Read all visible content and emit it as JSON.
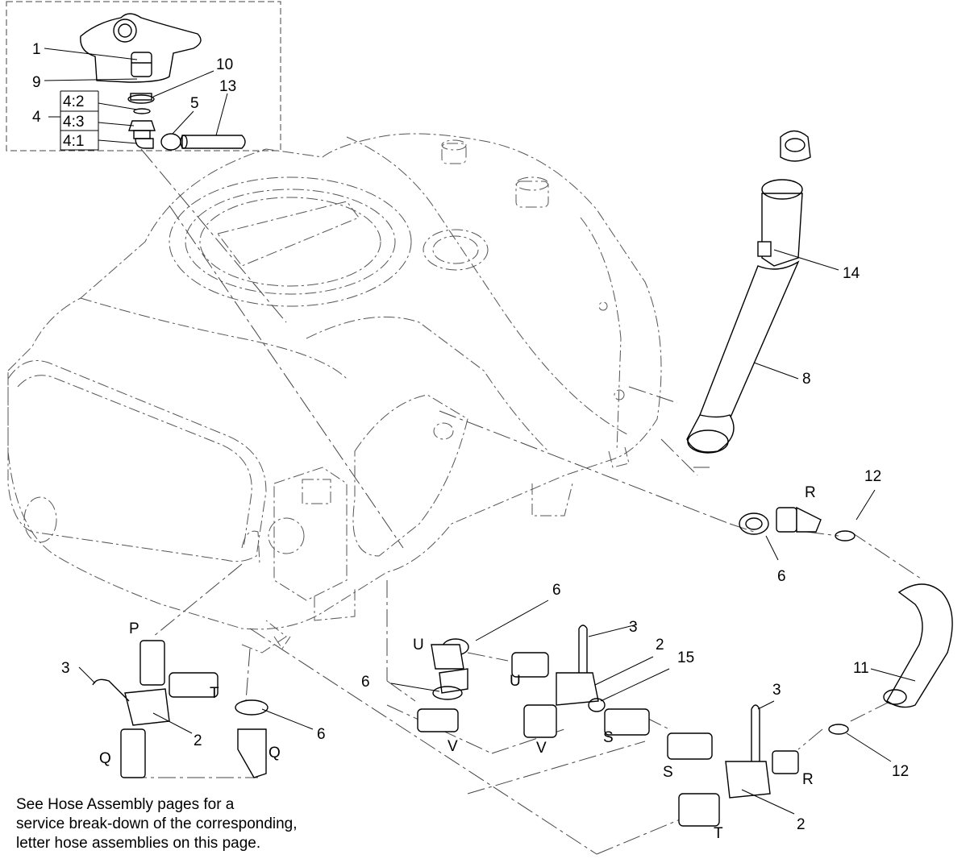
{
  "callouts": {
    "c1": "1",
    "c9": "9",
    "c10": "10",
    "c13": "13",
    "c4": "4",
    "c4_2": "4:2",
    "c4_3": "4:3",
    "c4_1": "4:1",
    "c5": "5",
    "c14": "14",
    "c8": "8",
    "c12a": "12",
    "cRa": "R",
    "c6a": "6",
    "c11": "11",
    "c6b": "6",
    "cUa": "U",
    "c3a": "3",
    "c2a": "2",
    "c15": "15",
    "cUb": "U",
    "c6c": "6",
    "cVa": "V",
    "cVb": "V",
    "c3b": "3",
    "cSa": "S",
    "cSb": "S",
    "cRb": "R",
    "c12b": "12",
    "c2b": "2",
    "cTb": "T",
    "c3c": "3",
    "cP": "P",
    "cTa": "T",
    "c2c": "2",
    "cQa": "Q",
    "cQb": "Q",
    "c6d": "6"
  },
  "note": "See Hose Assembly pages for a\nservice break-down of the corresponding,\nletter hose assemblies on this page."
}
